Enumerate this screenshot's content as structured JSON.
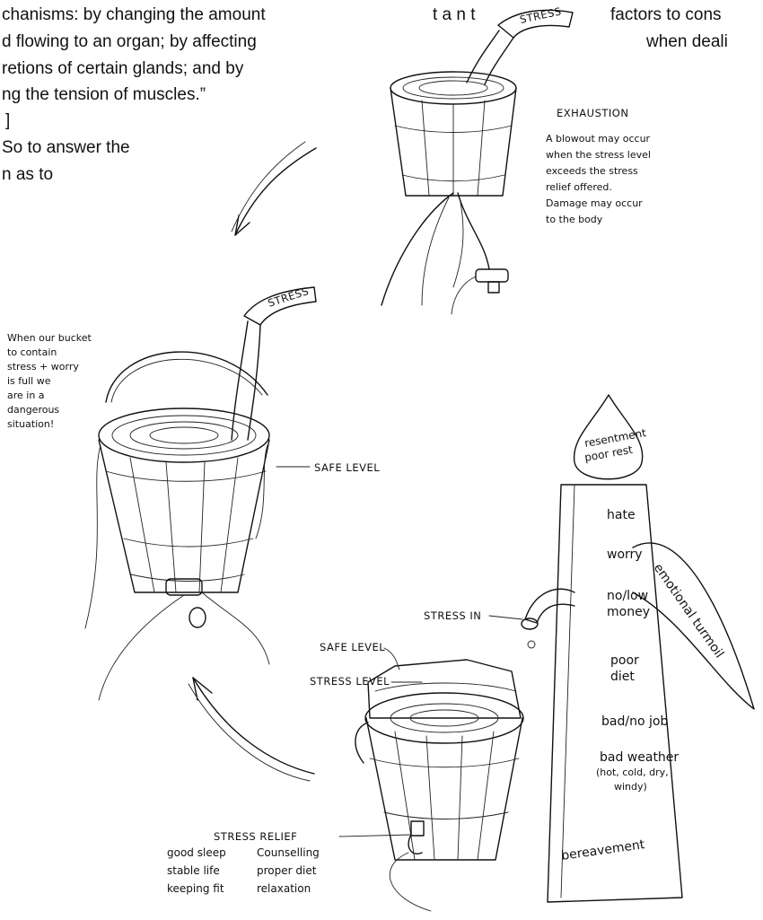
{
  "top_text": {
    "left_lines": [
      "chanisms: by changing the amount",
      "d flowing to an organ; by affecting",
      "retions of certain glands; and by",
      "ng the tension of muscles.”",
      "]",
      "So to answer the",
      "n as to"
    ],
    "middle_fragment": "t a n t",
    "right_line_1": "factors to cons",
    "right_line_2": "when deali"
  },
  "bucket_top": {
    "stress_label": "STRESS",
    "exhaustion_title": "EXHAUSTION",
    "exhaustion_lines": [
      "A blowout may occur",
      "when the stress level",
      "exceeds the stress",
      "relief offered.",
      "Damage may occur",
      "to the body"
    ]
  },
  "bucket_left": {
    "stress_label": "STRESS",
    "note_lines": [
      "When our bucket",
      "to contain",
      "stress + worry",
      "is full we",
      "are in a",
      "dangerous",
      "situation!"
    ],
    "safe_level_label": "SAFE LEVEL"
  },
  "pillar": {
    "drop_line_1": "resentment",
    "drop_line_2": "poor rest",
    "items": [
      "hate",
      "worry",
      "no/low",
      "money",
      "poor",
      "diet",
      "bad/no job",
      "bad weather",
      "(hot, cold, dry,",
      "windy)",
      "bereavement"
    ],
    "arm_label": "emotional turmoil"
  },
  "bucket_bottom": {
    "stress_in_label": "STRESS IN",
    "safe_level_label": "SAFE LEVEL",
    "stress_level_label": "STRESS LEVEL",
    "stress_relief_label": "STRESS RELIEF",
    "relief_items": [
      "good sleep",
      "Counselling",
      "stable life",
      "proper diet",
      "keeping fit",
      "relaxation"
    ]
  }
}
